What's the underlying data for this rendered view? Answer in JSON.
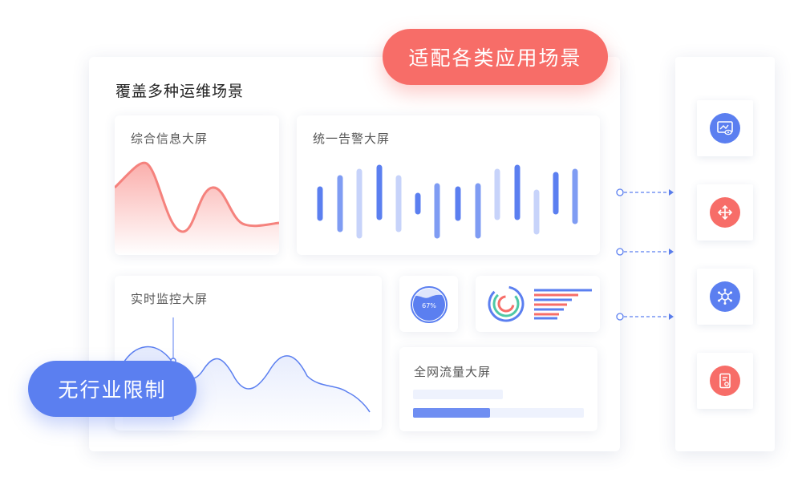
{
  "badges": {
    "scenes": "适配各类应用场景",
    "industry": "无行业限制"
  },
  "main": {
    "title": "覆盖多种运维场景",
    "cards": {
      "info": "综合信息大屏",
      "alarm": "统一告警大屏",
      "monitor": "实时监控大屏",
      "traffic": "全网流量大屏"
    },
    "gauge_value": "67%"
  },
  "side": {
    "icons": [
      "screen-eye-icon",
      "move-arrows-icon",
      "network-node-icon",
      "certificate-icon"
    ]
  },
  "colors": {
    "accent_red": "#f76d68",
    "accent_blue": "#5b7ff0"
  }
}
